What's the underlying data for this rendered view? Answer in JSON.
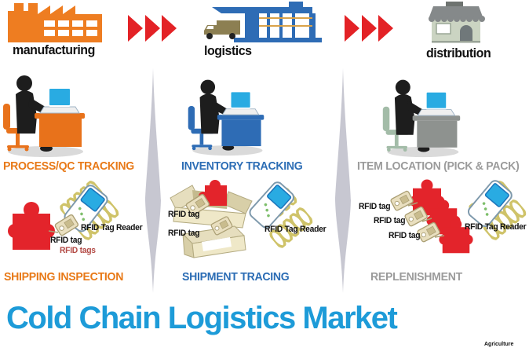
{
  "header": {
    "stages": [
      {
        "label": "manufacturing"
      },
      {
        "label": "logistics"
      },
      {
        "label": "distribution"
      }
    ]
  },
  "sections": [
    {
      "tracking_label": "PROCESS/QC TRACKING",
      "bottom_label": "SHIPPING INSPECTION",
      "reader_label": "RFID Tag Reader",
      "tag_label": "RFID tag",
      "tags_label": "RFID tags"
    },
    {
      "tracking_label": "INVENTORY TRACKING",
      "bottom_label": "SHIPMENT TRACING",
      "reader_label": "RFID Tag Reader",
      "tag_label_1": "RFID tag",
      "tag_label_2": "RFID tag"
    },
    {
      "tracking_label": "ITEM LOCATION (PICK & PACK)",
      "bottom_label": "REPLENISHMENT",
      "reader_label": "RFID Tag Reader",
      "tag_label_1": "RFID tag",
      "tag_label_2": "RFID tag",
      "tag_label_3": "RFID tag"
    }
  ],
  "title": "Cold Chain Logistics Market",
  "watermark": "Agriculture",
  "icons": {
    "factory": "factory-icon",
    "flow_arrows": "triple-arrow-icon",
    "logistics": "truck-warehouse-icon",
    "distribution": "storefront-icon",
    "workstation": "person-at-desk-icon",
    "puzzle": "red-puzzle-piece-icon",
    "tag": "rfid-tag-icon",
    "coil": "radio-wave-coil-icon",
    "reader": "rfid-reader-icon",
    "open_box": "open-carton-icon",
    "closed_box": "closed-carton-icon"
  },
  "colors": {
    "factory_orange": "#EE7D21",
    "arrow_red": "#E32226",
    "building_blue": "#2E6CB5",
    "truck_olive": "#8C7F52",
    "store_gray": "#85898A",
    "screen_cyan": "#29ABE2",
    "puzzle_red": "#E3242B",
    "coil_khaki": "#CFC369",
    "label_orange": "#E87917",
    "label_blue": "#2C6DB5",
    "label_gray": "#9B9B9B",
    "tags_maroon": "#B34A45",
    "title_blue": "#1D9BD8"
  }
}
